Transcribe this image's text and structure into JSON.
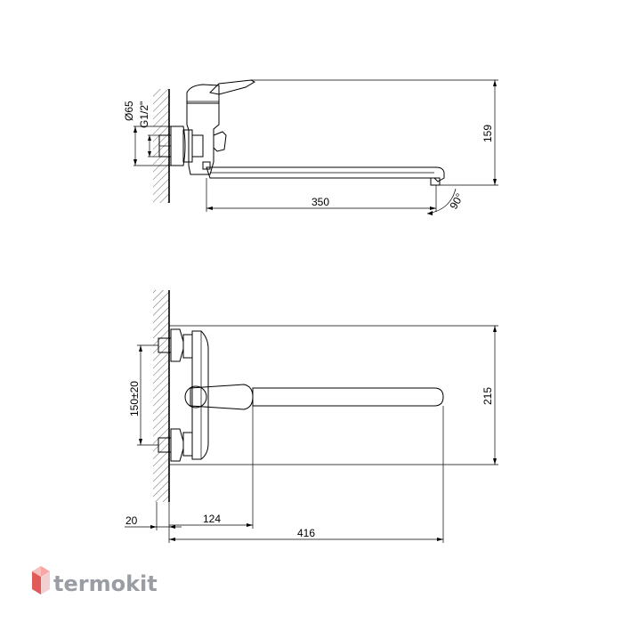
{
  "top_view": {
    "dims": {
      "diameter": "Ø65",
      "thread": "G1/2\"",
      "height": "159",
      "spout_length": "350",
      "angle": "90°"
    }
  },
  "front_view": {
    "dims": {
      "center_distance": "150±20",
      "height": "215",
      "wall_offset": "20",
      "handle_reach": "124",
      "total_length": "416"
    }
  },
  "logo": {
    "text": "termokit"
  }
}
